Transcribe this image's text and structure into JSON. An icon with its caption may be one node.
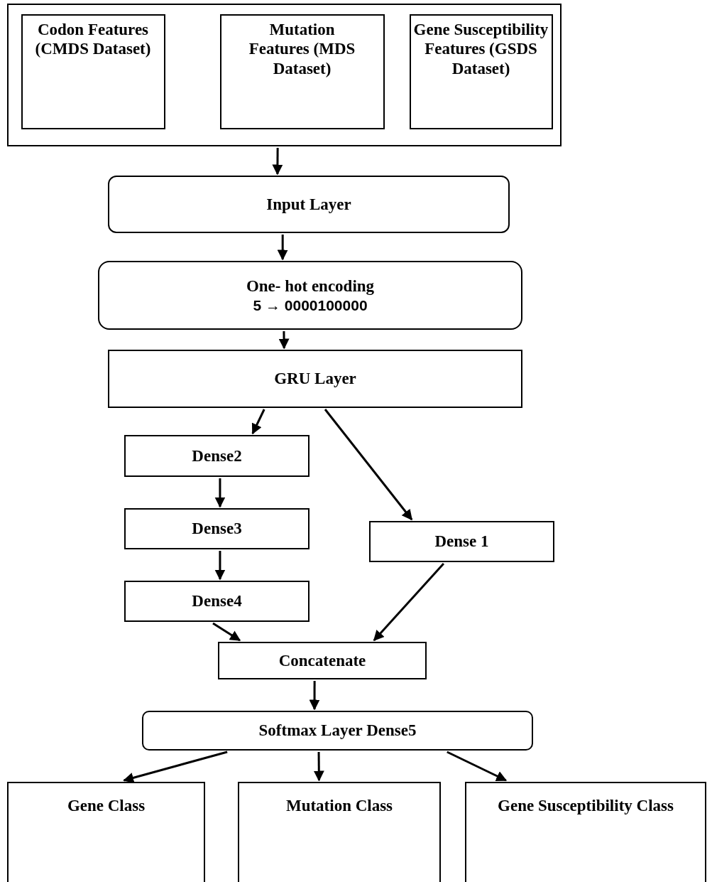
{
  "diagram": {
    "nodes": [
      {
        "text": [],
        "shape": "box"
      },
      {
        "text": [
          "Codon Features (CMDS Dataset)"
        ],
        "in": 0
      },
      {
        "text": [
          "Mutation Features (MDS Dataset)"
        ],
        "in": 0
      },
      {
        "text": [
          "Gene Susceptibility Features (GSDS Dataset)"
        ],
        "in": 0
      },
      {
        "text": [
          "Input Layer"
        ]
      },
      {
        "text": [
          "One- hot encoding",
          "5 → 0000100000"
        ]
      },
      {
        "text": [
          "GRU Layer"
        ]
      },
      {
        "text": [
          "Dense2"
        ]
      },
      {
        "text": [
          "Dense3"
        ]
      },
      {
        "text": [
          "Dense4"
        ]
      },
      {
        "text": [
          "Dense 1"
        ]
      },
      {
        "text": [
          "Concatenate"
        ]
      },
      {
        "text": [
          "Softmax Layer Dense5"
        ]
      },
      {
        "text": [
          "Gene Class"
        ]
      },
      {
        "text": [
          "Mutation Class"
        ]
      },
      {
        "text": [
          "Gene Susceptibility Class"
        ]
      }
    ],
    "edges": [
      {
        "from": 0,
        "to": 4,
        "arrow": "to"
      },
      {
        "from": 4,
        "to": 5,
        "arrow": "to"
      },
      {
        "from": 5,
        "to": 6,
        "arrow": "to"
      },
      {
        "from": 6,
        "to": 7,
        "arrow": "to"
      },
      {
        "from": 6,
        "to": 10,
        "arrow": "to"
      },
      {
        "from": 7,
        "to": 8,
        "arrow": "to"
      },
      {
        "from": 8,
        "to": 9,
        "arrow": "to"
      },
      {
        "from": 9,
        "to": 11,
        "arrow": "to"
      },
      {
        "from": 10,
        "to": 11,
        "arrow": "to"
      },
      {
        "from": 11,
        "to": 12,
        "arrow": "to"
      },
      {
        "from": 12,
        "to": 13,
        "arrow": "to"
      },
      {
        "from": 12,
        "to": 14,
        "arrow": "to"
      },
      {
        "from": 12,
        "to": 15,
        "arrow": "to"
      }
    ]
  }
}
